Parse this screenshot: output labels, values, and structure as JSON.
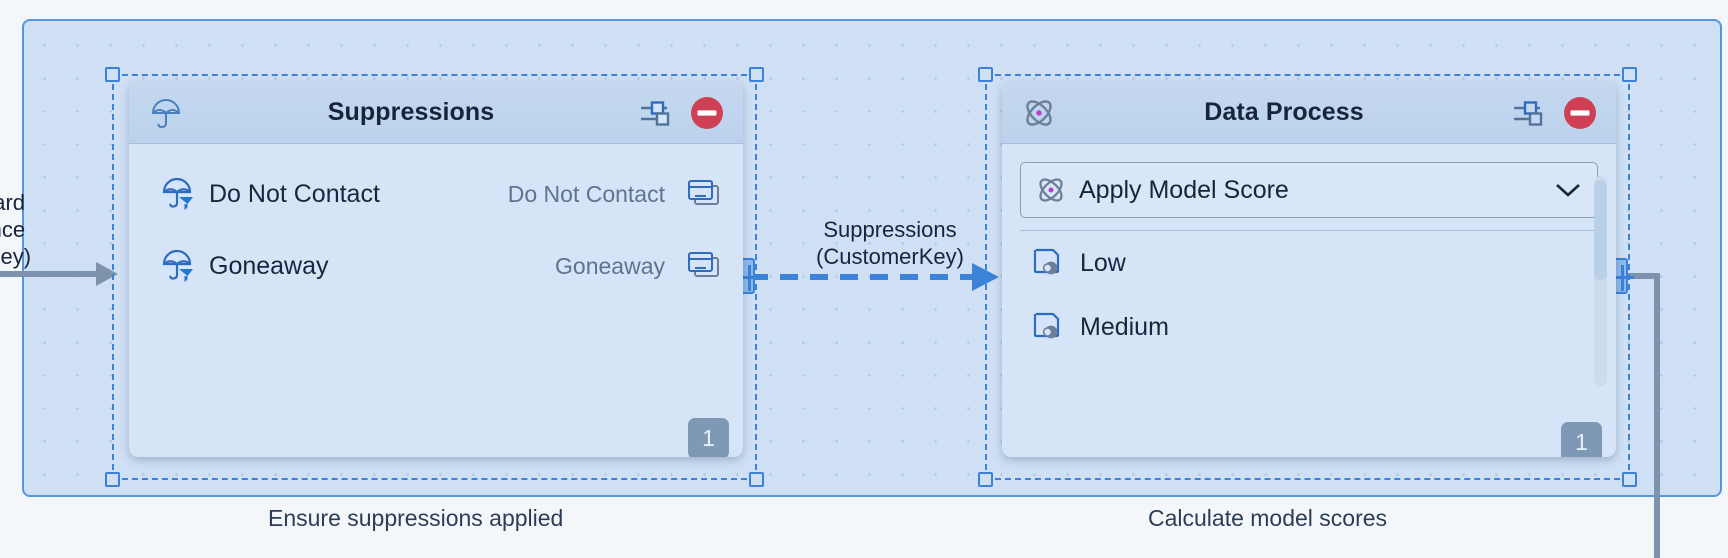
{
  "canvas": {
    "background_color": "#f4f7fa",
    "group_region_color": "#cfe0f4",
    "selection_color": "#3b82d8"
  },
  "incoming_connector": {
    "label_line1": "dit Card",
    "label_line2": "udience",
    "label_line3": "merKey)",
    "full_label": "Credit Card Audience (CustomerKey)",
    "arrow_color": "#7d93ad",
    "icon": "arrow-right-icon"
  },
  "middle_connector": {
    "label_line1": "Suppressions",
    "label_line2": "(CustomerKey)",
    "arrow_color": "#3b82d8",
    "style": "dashed",
    "icon": "arrow-right-icon"
  },
  "nodes": [
    {
      "id": "suppressions",
      "title": "Suppressions",
      "header_icon": "umbrella-icon",
      "settings_icon": "sliders-icon",
      "remove_icon": "minus-circle-icon",
      "badge": "1",
      "group_label": "Ensure suppressions applied",
      "rows": [
        {
          "icon": "umbrella-filter-icon",
          "label": "Do Not Contact",
          "value": "Do Not Contact",
          "trailing_icon": "data-extension-icon"
        },
        {
          "icon": "umbrella-filter-icon",
          "label": "Goneaway",
          "value": "Goneaway",
          "trailing_icon": "data-extension-icon"
        }
      ]
    },
    {
      "id": "data-process",
      "title": "Data Process",
      "header_icon": "atom-icon",
      "settings_icon": "sliders-icon",
      "remove_icon": "minus-circle-icon",
      "badge": "1",
      "group_label": "Calculate model scores",
      "select": {
        "icon": "atom-icon",
        "value": "Apply Model Score",
        "chevron_icon": "chevron-down-icon"
      },
      "rows": [
        {
          "icon": "model-score-icon",
          "label": "Low"
        },
        {
          "icon": "model-score-icon",
          "label": "Medium"
        }
      ],
      "scrollbar": {
        "name": "vertical-scrollbar",
        "thumb_position": "top"
      }
    }
  ],
  "outgoing_connector": {
    "color": "#7d93ad",
    "icon": "connector-line"
  }
}
